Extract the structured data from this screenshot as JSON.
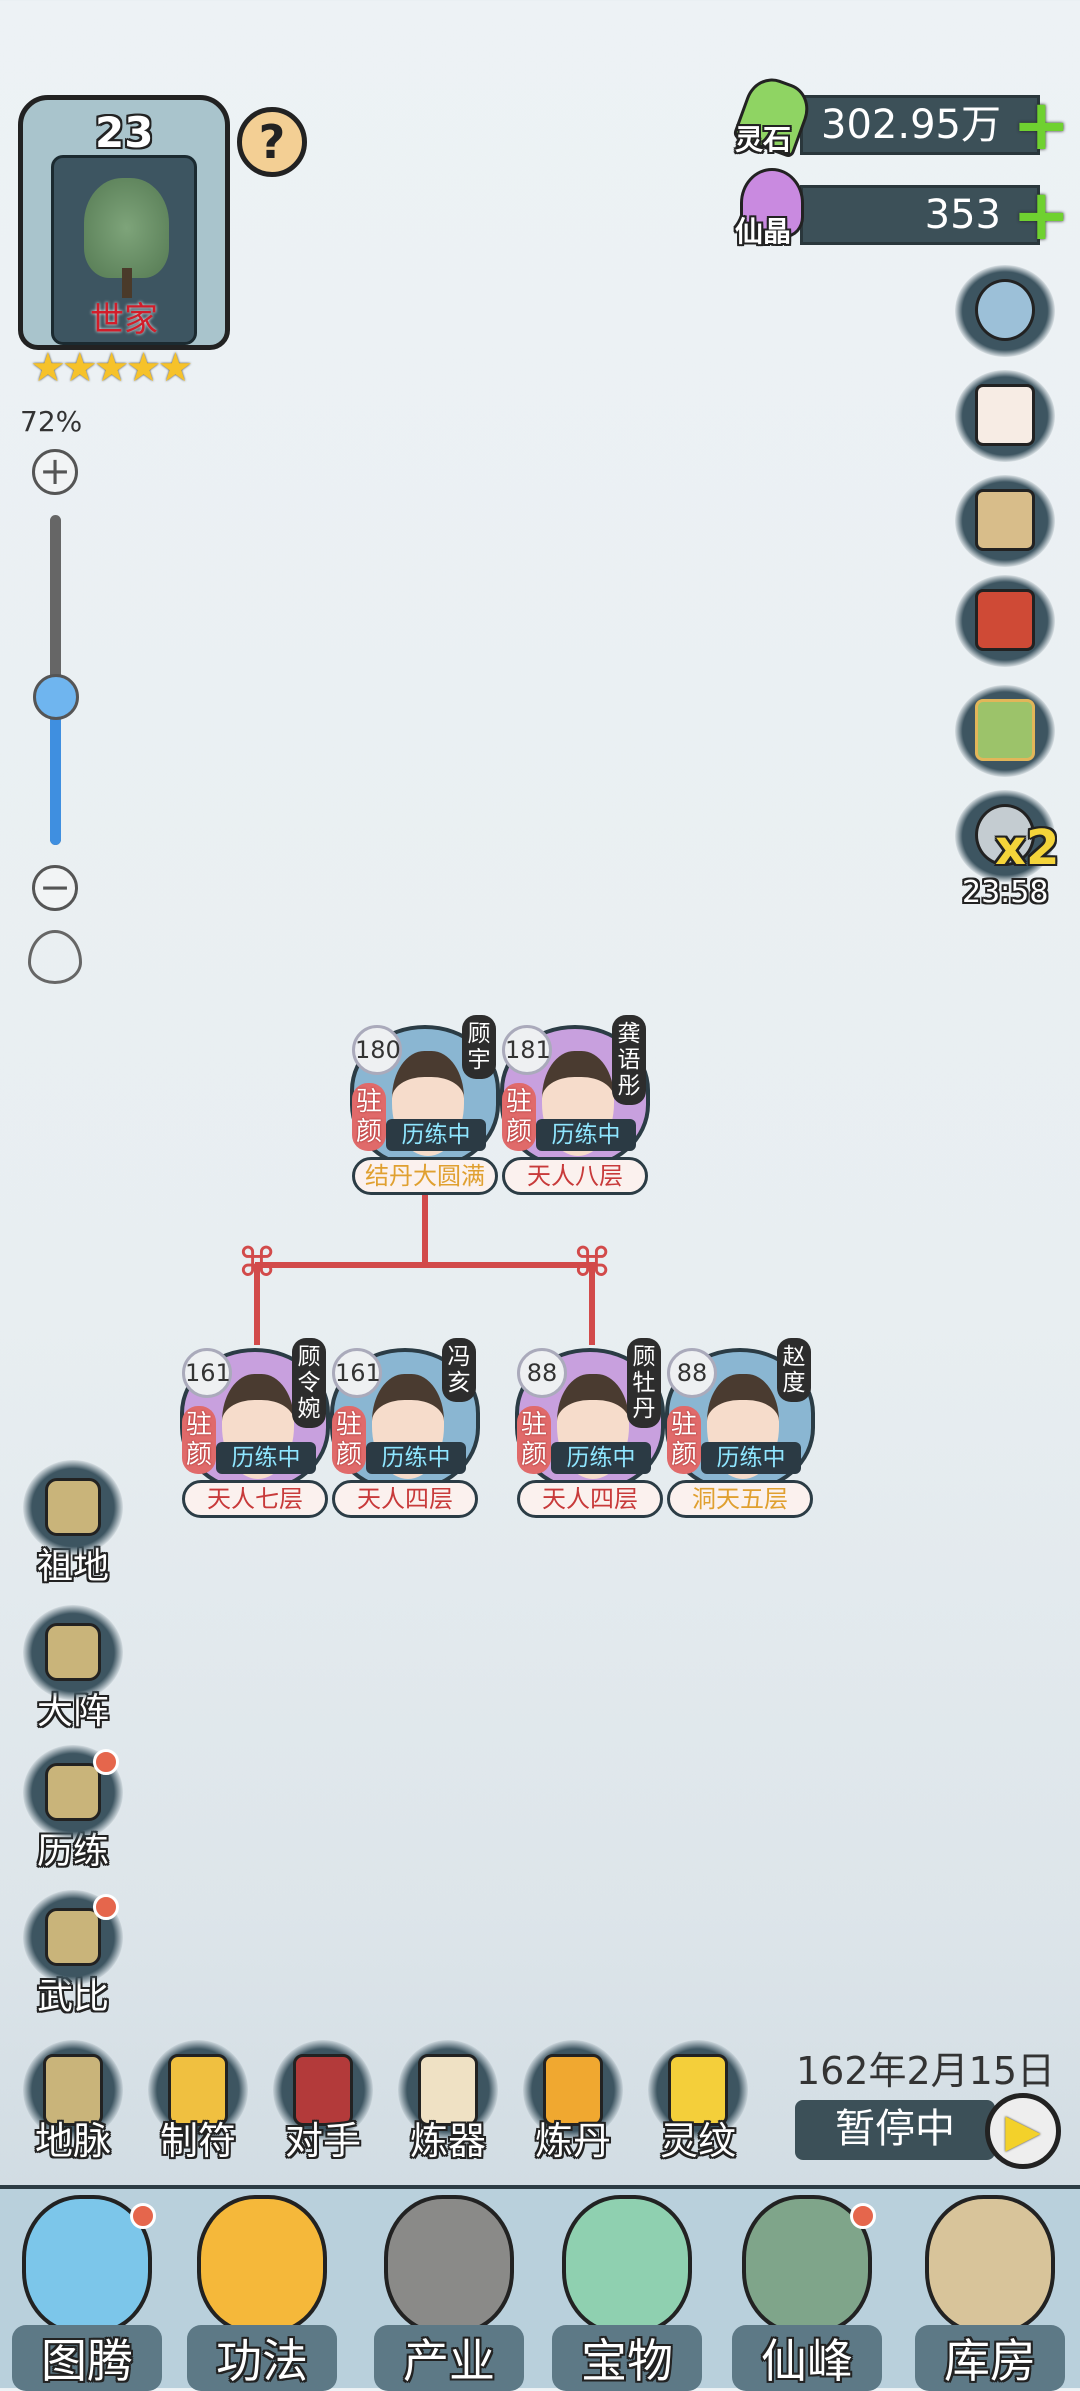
{
  "clan": {
    "level": "23",
    "rank": "世家",
    "stars": 5,
    "help_icon": "question-icon"
  },
  "zoom": {
    "percent": "72%",
    "level_fraction": 0.45,
    "plus": "+",
    "minus": "−"
  },
  "resources": [
    {
      "label": "灵石",
      "value": "302.95万",
      "icon": "spirit-stone-icon",
      "color": "#8fd463"
    },
    {
      "label": "仙晶",
      "value": "353",
      "icon": "immortal-crystal-icon",
      "color": "#c98ae0"
    }
  ],
  "right_icons": [
    "settings-gear-icon",
    "letter-icon",
    "scroll-icon",
    "book-icon",
    "ranking-board-icon",
    "speed-boost-icon"
  ],
  "speed": {
    "multiplier": "x2",
    "timer": "23:58"
  },
  "family": {
    "parents": [
      {
        "age": "180",
        "name": "顾宇",
        "badge": "驻颜",
        "status": "历练中",
        "realm": "结丹大圆满",
        "realm_color": "#e0a030",
        "frame": "#8ab6d2"
      },
      {
        "age": "181",
        "name": "龚语彤",
        "badge": "驻颜",
        "status": "历练中",
        "realm": "天人八层",
        "realm_color": "#c83a3a",
        "frame": "#c8a0de"
      }
    ],
    "children": [
      {
        "age": "161",
        "name": "顾令婉",
        "badge": "驻颜",
        "status": "历练中",
        "realm": "天人七层",
        "realm_color": "#c83a3a",
        "frame": "#c8a0de"
      },
      {
        "age": "161",
        "name": "冯亥",
        "badge": "驻颜",
        "status": "历练中",
        "realm": "天人四层",
        "realm_color": "#c83a3a",
        "frame": "#8ab6d2"
      },
      {
        "age": "88",
        "name": "顾牡丹",
        "badge": "驻颜",
        "status": "历练中",
        "realm": "天人四层",
        "realm_color": "#c83a3a",
        "frame": "#c8a0de"
      },
      {
        "age": "88",
        "name": "赵度",
        "badge": "驻颜",
        "status": "历练中",
        "realm": "洞天五层",
        "realm_color": "#e0a030",
        "frame": "#8ab6d2"
      }
    ]
  },
  "left_menu": [
    {
      "label": "祖地",
      "icon": "ancestral-land-icon",
      "badge": false
    },
    {
      "label": "大阵",
      "icon": "formation-icon",
      "badge": false
    },
    {
      "label": "历练",
      "icon": "training-icon",
      "badge": true
    },
    {
      "label": "武比",
      "icon": "martial-contest-icon",
      "badge": true
    }
  ],
  "tools": [
    {
      "label": "地脉",
      "icon": "earth-vein-icon"
    },
    {
      "label": "制符",
      "icon": "talisman-icon"
    },
    {
      "label": "对手",
      "icon": "rival-icon"
    },
    {
      "label": "炼器",
      "icon": "artifact-refining-icon"
    },
    {
      "label": "炼丹",
      "icon": "alchemy-cauldron-icon"
    },
    {
      "label": "灵纹",
      "icon": "spirit-pattern-icon"
    }
  ],
  "game_date": "162年2月15日",
  "pause_label": "暂停中",
  "bottom_nav": [
    {
      "label": "图腾",
      "icon": "totem-icon",
      "badge": true
    },
    {
      "label": "功法",
      "icon": "technique-flame-icon",
      "badge": false
    },
    {
      "label": "产业",
      "icon": "industry-mountain-icon",
      "badge": false
    },
    {
      "label": "宝物",
      "icon": "treasure-icon",
      "badge": false
    },
    {
      "label": "仙峰",
      "icon": "immortal-peak-icon",
      "badge": true
    },
    {
      "label": "库房",
      "icon": "storehouse-bag-icon",
      "badge": false
    }
  ]
}
